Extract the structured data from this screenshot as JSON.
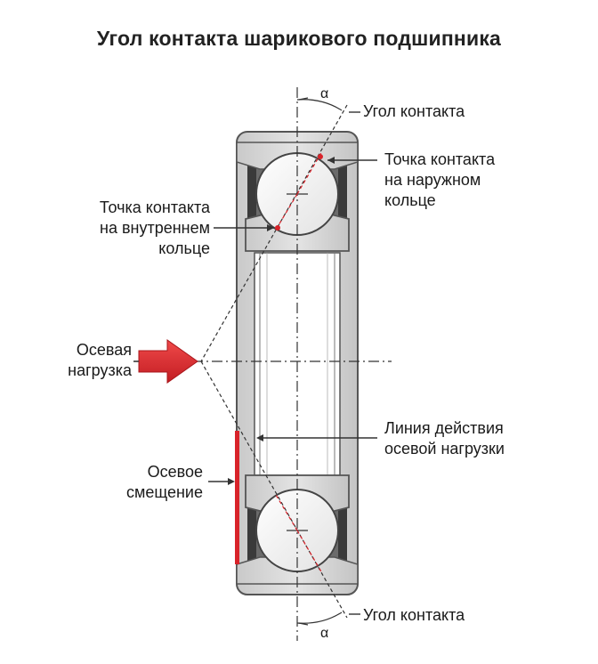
{
  "title": "Угол контакта шарикового подшипника",
  "labels": {
    "alpha_top": "α",
    "alpha_bottom": "α",
    "contact_angle_top": "Угол контакта",
    "contact_angle_bottom": "Угол контакта",
    "outer_contact_point": [
      "Точка контакта",
      "на наружном",
      "кольце"
    ],
    "inner_contact_point": [
      "Точка контакта",
      "на внутреннем",
      "кольце"
    ],
    "axial_load": [
      "Осевая",
      "нагрузка"
    ],
    "axial_load_line": [
      "Линия действия",
      "осевой нагрузки"
    ],
    "axial_displacement": [
      "Осевое",
      "смещение"
    ]
  },
  "colors": {
    "ring_fill": "#d6d6d6",
    "ring_stroke": "#5a5a5a",
    "ball_fill": "#ffffff",
    "cage_fill": "#3c3c3c",
    "accent_red": "#d8232a",
    "guide_line": "#333333"
  }
}
